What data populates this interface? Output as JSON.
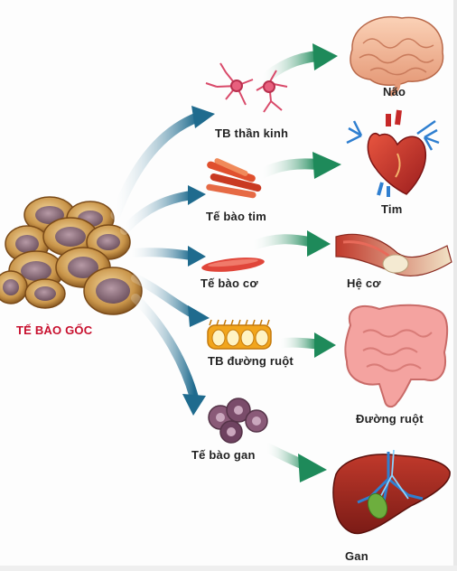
{
  "stem_cell": {
    "label": "TẾ BÀO GỐC"
  },
  "cells": [
    {
      "key": "neuron",
      "label": "TB thần kinh"
    },
    {
      "key": "heart_cell",
      "label": "Tế bào tim"
    },
    {
      "key": "muscle_cell",
      "label": "Tế bào cơ"
    },
    {
      "key": "gut_cell",
      "label": "TB đường ruột"
    },
    {
      "key": "liver_cell",
      "label": "Tế bào gan"
    }
  ],
  "organs": [
    {
      "key": "brain",
      "label": "Não"
    },
    {
      "key": "heart",
      "label": "Tim"
    },
    {
      "key": "muscle",
      "label": "Hệ cơ"
    },
    {
      "key": "intestine",
      "label": "Đường ruột"
    },
    {
      "key": "liver",
      "label": "Gan"
    }
  ],
  "colors": {
    "stem_label": "#c8102e",
    "arrow_blue": "#1f6b8e",
    "arrow_green": "#1e8a5a"
  }
}
